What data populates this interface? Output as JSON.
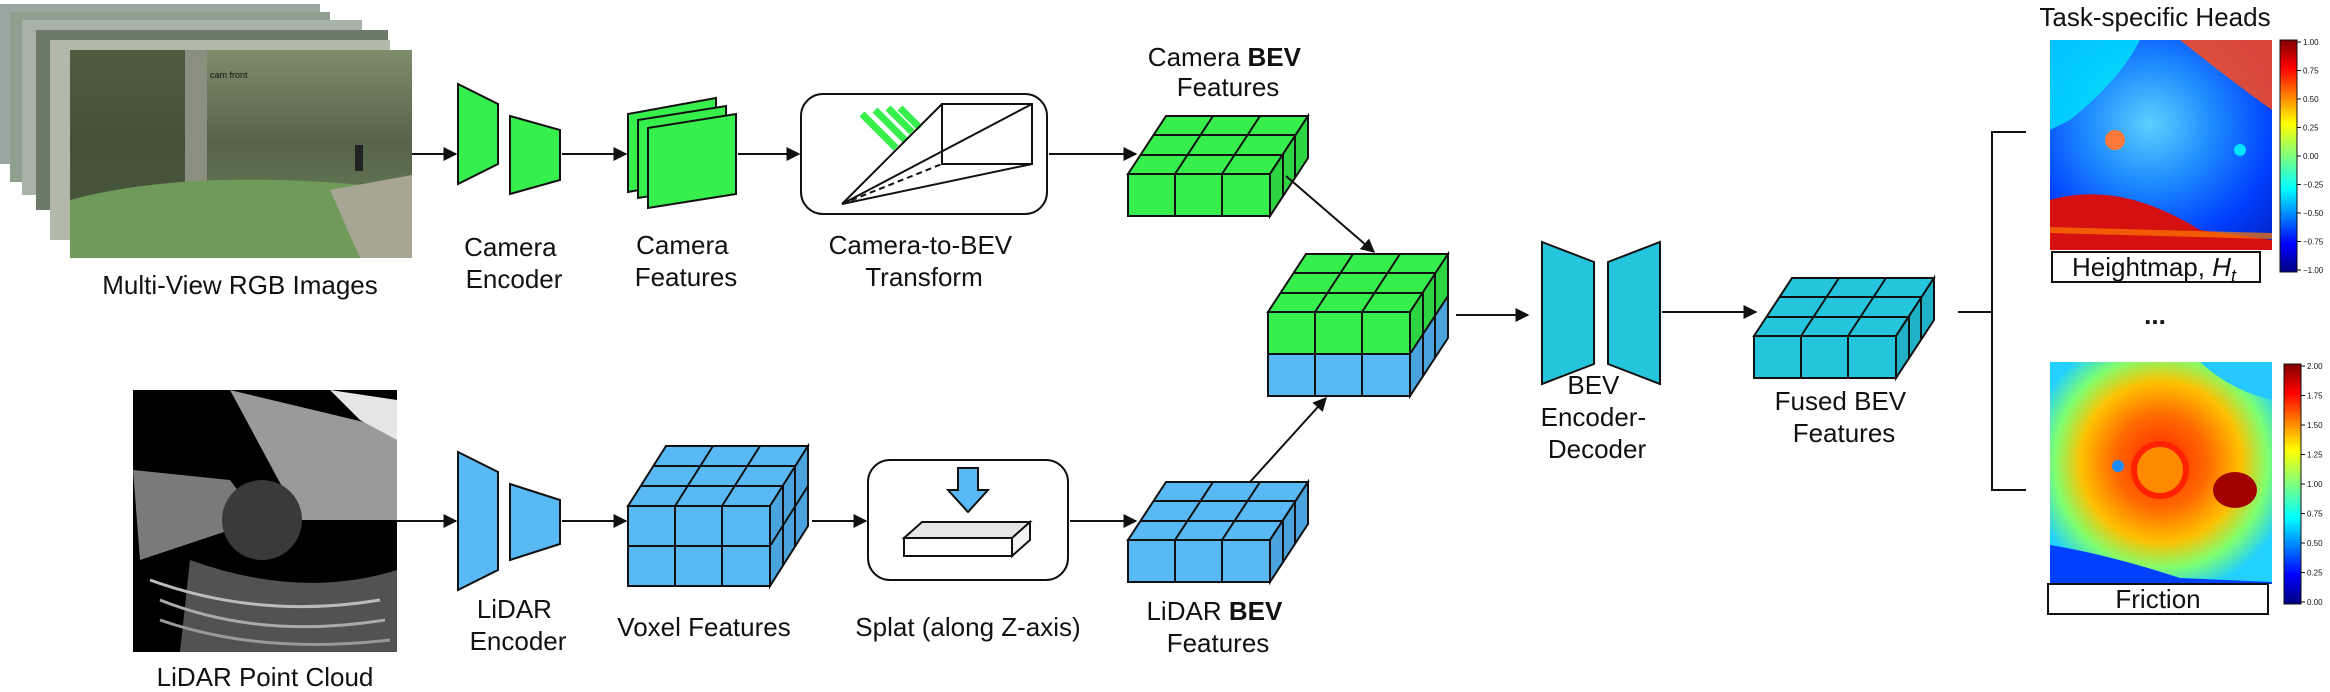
{
  "colors": {
    "camera": "#36ef4c",
    "lidar": "#59b9f4",
    "fused": "#25c6dd",
    "stroke": "#111111"
  },
  "labels": {
    "rgb_images": "Multi-View RGB Images",
    "cam_front": "cam front",
    "camera_encoder_1": "Camera",
    "camera_encoder_2": "Encoder",
    "camera_features_1": "Camera",
    "camera_features_2": "Features",
    "cam_to_bev_1": "Camera-to-BEV",
    "cam_to_bev_2": "Transform",
    "camera_bev_1a": "Camera ",
    "camera_bev_1b": "BEV",
    "camera_bev_2": "Features",
    "lidar_cloud": "LiDAR Point Cloud",
    "lidar_encoder_1": "LiDAR",
    "lidar_encoder_2": "Encoder",
    "voxel_features": "Voxel Features",
    "splat": "Splat (along Z-axis)",
    "lidar_bev_1a": "LiDAR ",
    "lidar_bev_1b": "BEV",
    "lidar_bev_2": "Features",
    "bev_encdec_1": "BEV",
    "bev_encdec_2": "Encoder-",
    "bev_encdec_3": "Decoder",
    "fused_bev_1": "Fused BEV",
    "fused_bev_2": "Features",
    "heads_title": "Task-specific Heads",
    "heightmap_a": "Heightmap, ",
    "heightmap_b": "H",
    "heightmap_c": "t",
    "ellipsis": "...",
    "friction": "Friction"
  },
  "colorbars": {
    "heightmap": [
      "1.00",
      "0.75",
      "0.50",
      "0.25",
      "0.00",
      "−0.25",
      "−0.50",
      "−0.75",
      "−1.00"
    ],
    "friction": [
      "2.00",
      "1.75",
      "1.50",
      "1.25",
      "1.00",
      "0.75",
      "0.50",
      "0.25",
      "0.00"
    ]
  }
}
